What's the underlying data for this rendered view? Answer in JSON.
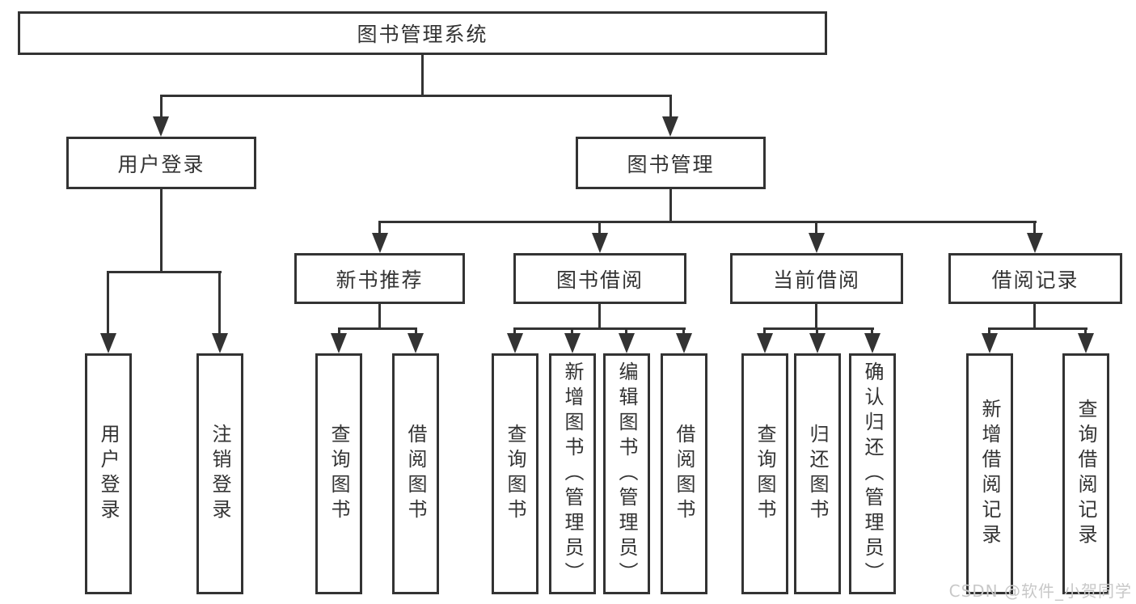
{
  "nodes": {
    "root": "图书管理系统",
    "user_login": "用户登录",
    "book_management": "图书管理",
    "new_book_recommend": "新书推荐",
    "book_borrow": "图书借阅",
    "current_borrow": "当前借阅",
    "borrow_records": "借阅记录",
    "leaves": {
      "user_login": [
        "用户登录",
        "注销登录"
      ],
      "new_book_recommend": [
        "查询图书",
        "借阅图书"
      ],
      "book_borrow": [
        "查询图书",
        "新增图书（管理员）",
        "编辑图书（管理员）",
        "借阅图书"
      ],
      "current_borrow": [
        "查询图书",
        "归还图书",
        "确认归还（管理员）"
      ],
      "borrow_records": [
        "新增借阅记录",
        "查询借阅记录"
      ]
    }
  },
  "watermark": "CSDN @软件_小贺同学",
  "colors": {
    "line": "#333333",
    "text": "#333333",
    "background": "#ffffff",
    "watermark": "#c8c8c8"
  }
}
